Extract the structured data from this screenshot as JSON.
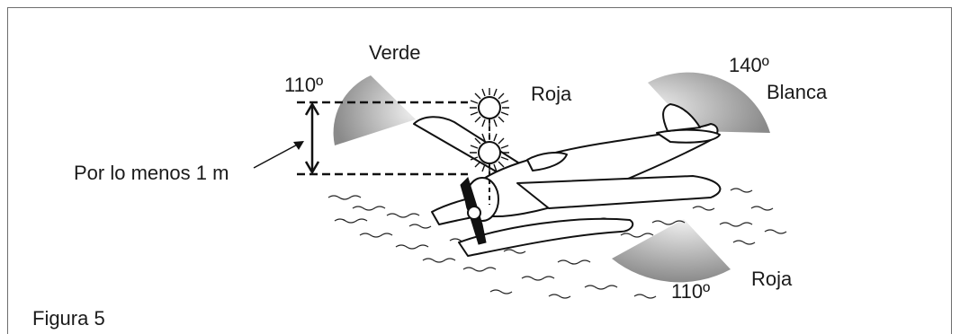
{
  "figure": {
    "caption": "Figura 5",
    "labels": {
      "verde": "Verde",
      "verde_angle": "110º",
      "roja_top": "Roja",
      "blanca_angle": "140º",
      "blanca": "Blanca",
      "separation": "Por lo menos 1 m",
      "roja_bottom_angle": "110º",
      "roja_bottom": "Roja"
    }
  },
  "colors": {
    "line": "#111111",
    "sector_dark": "#8a8a8a",
    "sector_light": "#e4e4e4"
  },
  "icons": {
    "aircraft": "seaplane-icon",
    "lights": "light-burst-icon",
    "water": "wave-lines"
  }
}
